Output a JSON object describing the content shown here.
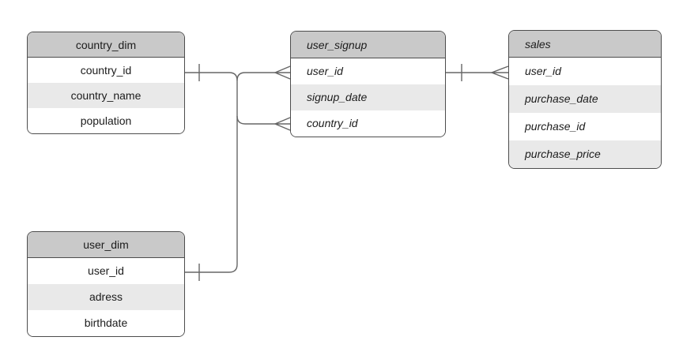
{
  "diagram": {
    "background": "#ffffff",
    "colors": {
      "header_fill": "#c9c9c9",
      "alt_row_fill": "#e9e9e9",
      "row_fill": "#ffffff",
      "border": "#4d4d4d",
      "connector": "#666666",
      "text": "#1c1c1c"
    },
    "notation": "crows-foot"
  },
  "entities": [
    {
      "name": "country_dim",
      "style": "plain",
      "fields": [
        "country_id",
        "country_name",
        "population"
      ]
    },
    {
      "name": "user_dim",
      "style": "plain",
      "fields": [
        "user_id",
        "adress",
        "birthdate"
      ]
    },
    {
      "name": "user_signup",
      "style": "italic",
      "fields": [
        "user_id",
        "signup_date",
        "country_id"
      ]
    },
    {
      "name": "sales",
      "style": "italic",
      "fields": [
        "user_id",
        "purchase_date",
        "purchase_id",
        "purchase_price"
      ]
    }
  ],
  "relationships": [
    {
      "from": "country_dim.country_id",
      "to": "user_signup.country_id",
      "from_cardinality": "one",
      "to_cardinality": "many"
    },
    {
      "from": "user_dim.user_id",
      "to": "user_signup.user_id",
      "from_cardinality": "one",
      "to_cardinality": "many"
    },
    {
      "from": "user_signup.user_id",
      "to": "sales.user_id",
      "from_cardinality": "one",
      "to_cardinality": "many"
    }
  ]
}
